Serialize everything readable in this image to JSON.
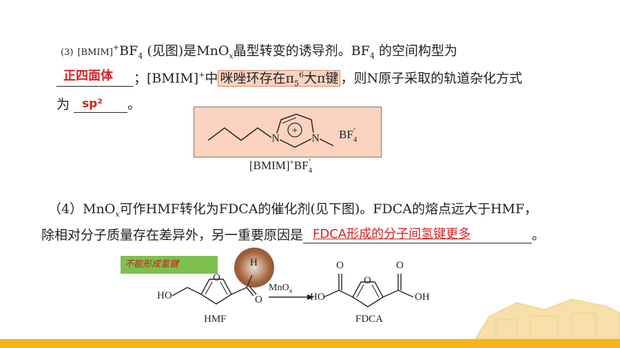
{
  "q3": {
    "num": "(3)",
    "cation": "[BMIM]",
    "plus": "+",
    "bf": "BF",
    "bf_sub": "4",
    "text_a": " (见图)是MnO",
    "x": "x",
    "text_b": "晶型转变的诱导剂。BF",
    "four": "4",
    "text_c": " 的空间构型为",
    "answer1": "正四面体",
    "semicolon": "；[BMIM]",
    "zhong": "中",
    "ring_text": "咪唑环存在π",
    "pi_sub": "5",
    "pi_sup": "6",
    "ring_text2": "大π键",
    "text_d": "，则N原子采取的轨道杂化方式",
    "wei": "为",
    "answer2": "sp²",
    "period": "。",
    "plus_circle": "+",
    "n_left": "N",
    "n_right": "N",
    "bf4": "BF",
    "bf4_sub": "4",
    "bf4_sup": "-",
    "caption": "[BMIM]",
    "caption_plus": "+",
    "caption_bf": "BF",
    "caption_sub": "4",
    "caption_sup": "-"
  },
  "q4": {
    "line1_a": "（4）MnO",
    "x": "x",
    "line1_b": "可作HMF转化为FDCA的催化剂(见下图)。FDCA的熔点远大于HMF，",
    "line2": "除相对分子质量存在差异外，另一重要原因是",
    "answer": "FDCA形成的分子间氢键更多",
    "period": "。"
  },
  "scheme": {
    "green_label": "不能形成氢键",
    "h": "H",
    "ho_left": "HO",
    "o_ring1": "O",
    "o_carbonyl": "O",
    "hmf": "HMF",
    "reagent": "MnO",
    "reagent_x": "x",
    "o_ring2": "O",
    "o_top1": "O",
    "o_top2": "O",
    "ho_right": "HO",
    "oh": "OH",
    "fdca": "FDCA"
  },
  "colors": {
    "answer": "#d42020",
    "highlight": "#fbd3bf",
    "bar": "#f2b51a",
    "green": "#7ec04e"
  }
}
